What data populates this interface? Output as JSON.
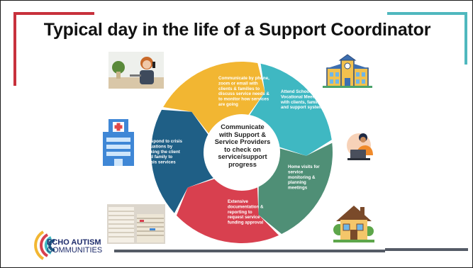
{
  "title": "Typical day in the life of a Support Coordinator",
  "center_text": "Communicate with Support & Service Providers to check on service/support progress",
  "segments": [
    {
      "lines": [
        "Communicate by phone,",
        "zoom or email with",
        "clients & families to",
        "discuss service needs &",
        "to monitor how services",
        "are going"
      ],
      "color": "#f2b632"
    },
    {
      "lines": [
        "Attend School &",
        "Vocational Meetings",
        "with clients, families",
        "and support systems"
      ],
      "color": "#3fb8c2"
    },
    {
      "lines": [
        "Home visits for",
        "service",
        "monitoring &",
        "planning",
        "meetings"
      ],
      "color": "#4f8f76"
    },
    {
      "lines": [
        "Extensive",
        "documentation &",
        "reporting to",
        "request service",
        "funding approval"
      ],
      "color": "#d8404f"
    },
    {
      "lines": [
        "Respond to crisis",
        "situations by",
        "linking the client",
        "and family to",
        "crisis services"
      ],
      "color": "#1f5f86"
    }
  ],
  "logo": {
    "line1": "ECHO AUTISM",
    "line2": "COMMUNITIES"
  },
  "icons": [
    "woman-on-phone-icon",
    "school-building-icon",
    "person-at-laptop-icon",
    "hospital-icon",
    "paper-stacks-icon",
    "house-icon"
  ],
  "colors": {
    "accent_red": "#c8313c",
    "accent_teal": "#4fb8be",
    "rule_gray": "#555b66"
  }
}
